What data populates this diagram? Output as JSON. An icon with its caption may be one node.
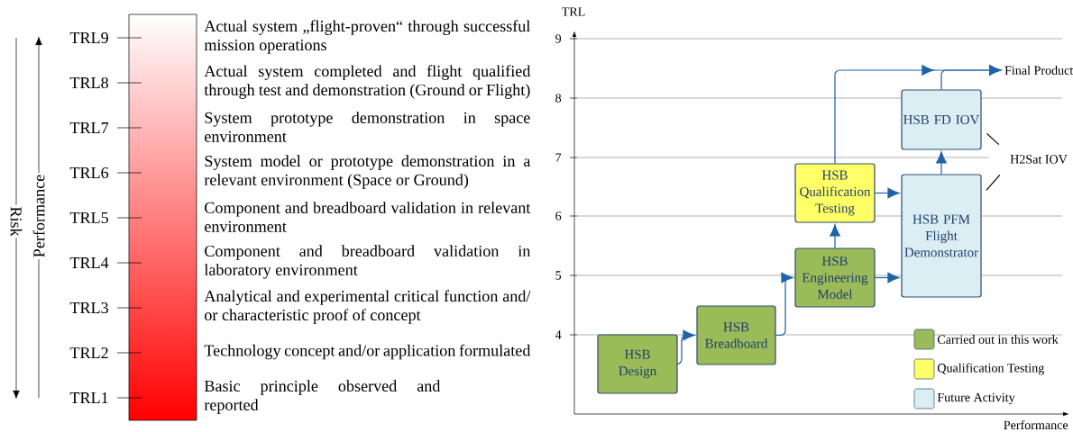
{
  "diagram": {
    "nodes": [
      {
        "text": [
          "HSB Design"
        ]
      },
      {
        "text": [
          "HSB Breadboard"
        ]
      },
      {
        "text": [
          "HSB Engineering Model"
        ]
      },
      {
        "text": [
          "HSB Qualification Testing"
        ]
      },
      {
        "text": [
          "HSB PFM Flight Demonstrator"
        ]
      },
      {
        "text": [
          "HSB FD IOV"
        ]
      },
      {
        "text": [
          "Final Product"
        ]
      },
      {
        "text": [
          "H2Sat IOV"
        ]
      }
    ],
    "edges": [
      {
        "from": 0,
        "to": 1,
        "arrow": "to"
      },
      {
        "from": 1,
        "to": 2,
        "arrow": "to"
      },
      {
        "from": 2,
        "to": 3,
        "arrow": "to"
      },
      {
        "from": 2,
        "to": 4,
        "arrow": "to"
      },
      {
        "from": 3,
        "to": 4,
        "arrow": "to"
      },
      {
        "from": 4,
        "to": 5,
        "arrow": "to"
      },
      {
        "from": 5,
        "to": 6,
        "arrow": "to"
      },
      {
        "from": 3,
        "to": 6,
        "arrow": "to"
      },
      {
        "from": 7,
        "to": 5,
        "arrow": "none",
        "color": "#000000"
      },
      {
        "from": 7,
        "to": 4,
        "arrow": "none",
        "color": "#000000"
      }
    ],
    "labels": [
      "Risk",
      "Performance",
      "TRL9",
      "Actual system „flight-proven“ through successful mission operations",
      "TRL8",
      "Actual system completed and flight qualified through test and demonstration (Ground or Flight)",
      "TRL7",
      "System prototype demonstration in space environment",
      "TRL6",
      "System model or prototype demonstration in a relevant environment (Space or Ground)",
      "TRL5",
      "Component and breadboard validation in relevant environment",
      "TRL4",
      "Component and breadboard validation in laboratory environment",
      "TRL3",
      "Analytical and experimental critical function and/ or characteristic proof of concept",
      "TRL2",
      "Technology concept and/or application formulated",
      "TRL1",
      "Basic principle observed and reported",
      "TRL",
      "9",
      "8",
      "7",
      "6",
      "5",
      "4",
      "Performance"
    ],
    "legend": [
      {
        "text": "Carried out in this work",
        "color": "#9bbb59"
      },
      {
        "text": "Qualification Testing",
        "color": "#ffff66"
      },
      {
        "text": "Future Activity",
        "color": "#daeef3"
      }
    ]
  }
}
